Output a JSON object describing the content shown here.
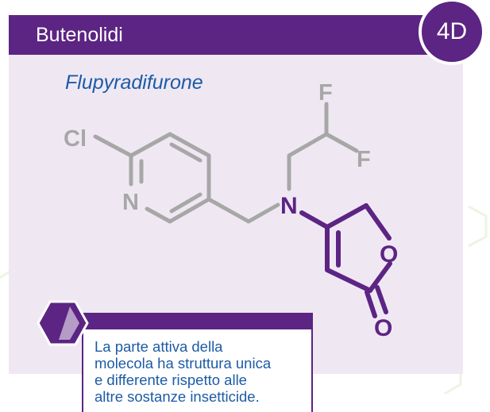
{
  "header": {
    "title": "Butenolidi",
    "badge": "4D"
  },
  "compound": {
    "name": "Flupyradifurone"
  },
  "atoms": {
    "cl": "Cl",
    "n_ring": "N",
    "n_amine": "N",
    "f_top": "F",
    "f_right": "F",
    "o_ring": "O",
    "o_carbonyl": "O"
  },
  "callout": {
    "lines": [
      "La parte attiva della",
      "molecola ha struttura unica",
      "e differente rispetto alle",
      "altre sostanze insetticide."
    ]
  },
  "colors": {
    "header": "#5c2483",
    "panel": "#efe8f3",
    "title_blue": "#1d5ba6",
    "inactive_bond": "#a7a7a7",
    "active_bond": "#5c2483"
  }
}
